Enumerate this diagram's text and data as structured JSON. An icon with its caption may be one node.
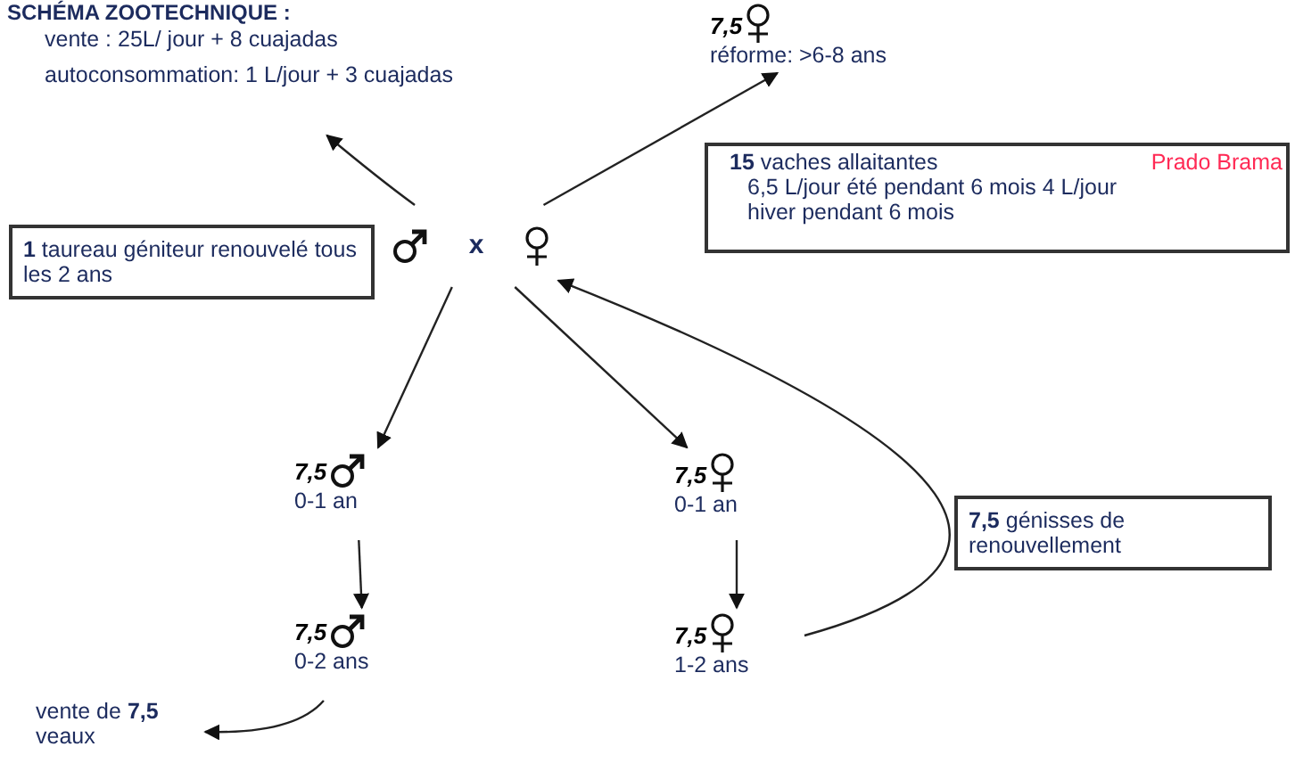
{
  "diagram": {
    "title": "SCHÉMA ZOOTECHNIQUE :",
    "nodes": [
      {
        "text": [
          "vente : 25L/ jour + 8 cuajadas",
          "autoconsommation: 1 L/jour + 3 cuajadas"
        ]
      },
      {
        "text": [
          "7,5",
          "réforme: >6-8 ans"
        ]
      },
      {
        "text": [
          "**15** vaches allaitantes",
          "6,5 L/jour été pendant 6 mois 4 L/jour hiver pendant 6 mois",
          "Prado Brama"
        ]
      },
      {
        "text": [
          "**1** taureau géniteur renouvelé tous les 2 ans"
        ]
      },
      {
        "text": [
          "x"
        ]
      },
      {
        "text": [
          "7,5",
          "0-1 an"
        ]
      },
      {
        "text": [
          "7,5",
          "0-1 an"
        ]
      },
      {
        "text": [
          "7,5",
          "0-2 ans"
        ]
      },
      {
        "text": [
          "7,5",
          "1-2 ans"
        ]
      },
      {
        "text": [
          "**7,5** génisses de renouvellement"
        ]
      },
      {
        "text": [
          "vente de **7,5** veaux"
        ]
      }
    ],
    "edges": [
      {
        "from": 4,
        "to": 0,
        "arrow": "to"
      },
      {
        "from": 4,
        "to": 1,
        "arrow": "to"
      },
      {
        "from": 4,
        "to": 5,
        "arrow": "to"
      },
      {
        "from": 4,
        "to": 6,
        "arrow": "to"
      },
      {
        "from": 5,
        "to": 7,
        "arrow": "to"
      },
      {
        "from": 6,
        "to": 8,
        "arrow": "to"
      },
      {
        "from": 8,
        "to": 4,
        "arrow": "to"
      },
      {
        "from": 7,
        "to": 10,
        "arrow": "to"
      }
    ]
  }
}
